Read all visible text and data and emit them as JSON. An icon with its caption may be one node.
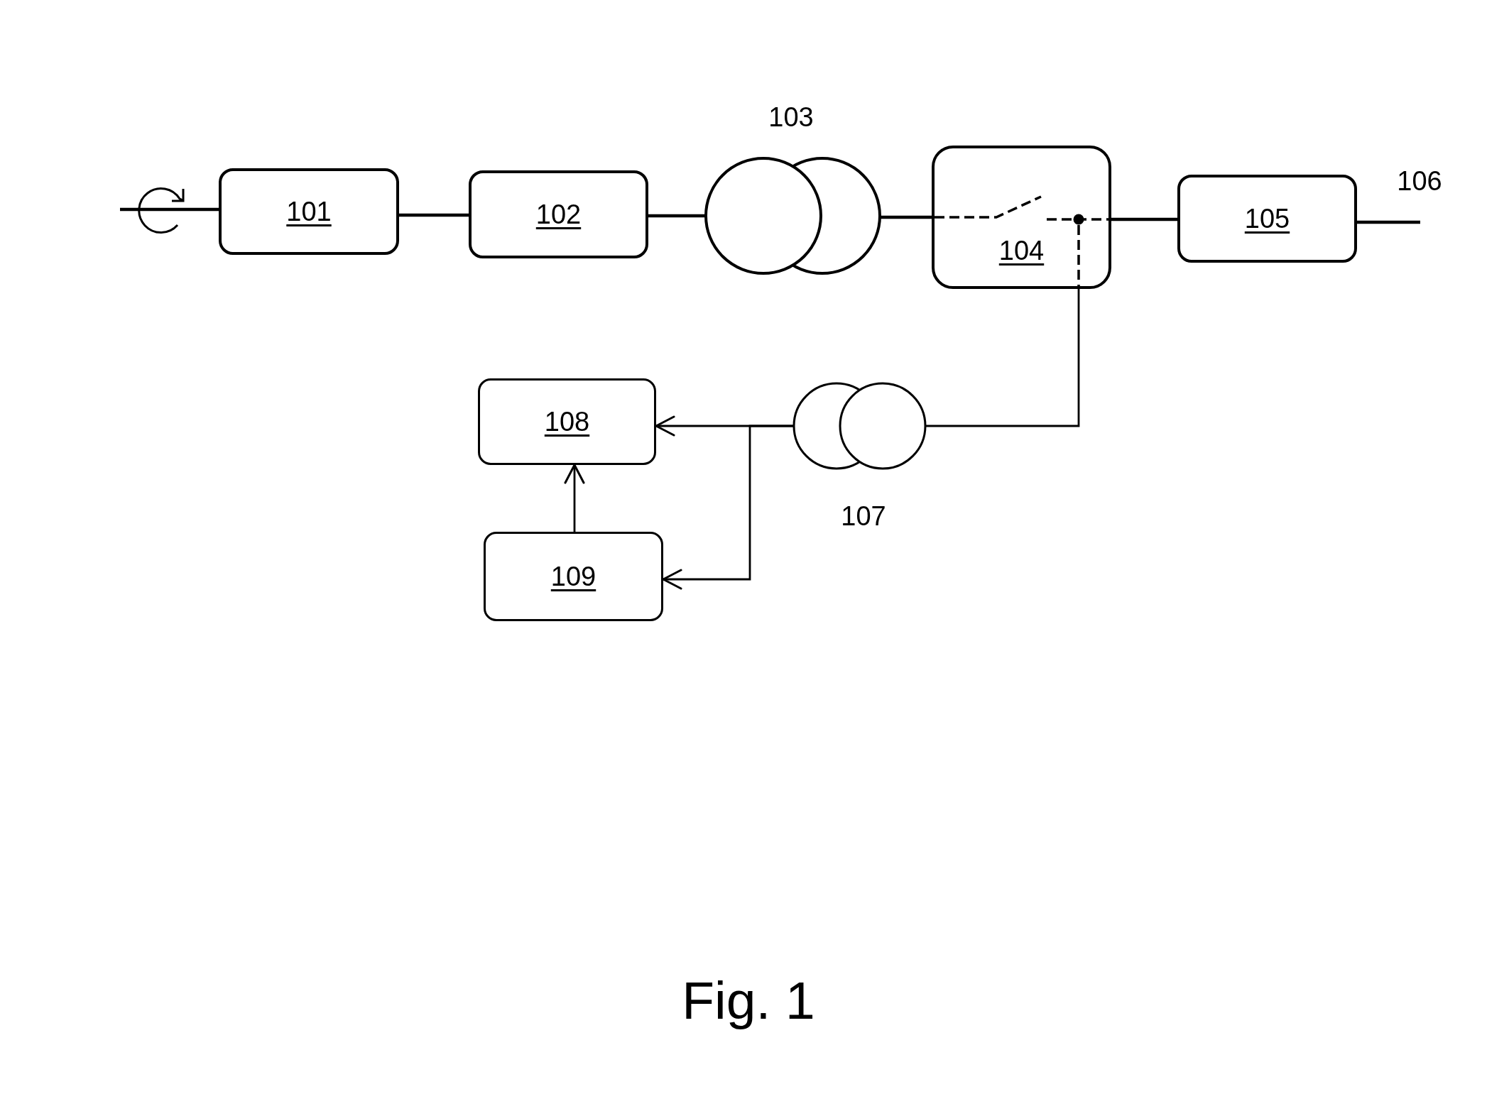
{
  "diagram": {
    "caption": "Fig. 1",
    "nodes": [
      {
        "text": [
          "101"
        ]
      },
      {
        "text": [
          "102"
        ]
      },
      {
        "text": [],
        "shape": "circles",
        "beside": [
          "103"
        ]
      },
      {
        "text": [
          "104"
        ]
      },
      {
        "text": [
          "105"
        ]
      },
      {
        "text": [],
        "shape": "circles",
        "beside": [
          "107"
        ]
      },
      {
        "text": [
          "108"
        ]
      },
      {
        "text": [
          "109"
        ]
      }
    ],
    "edges": [
      {
        "from": null,
        "to": 0,
        "arrow": "none"
      },
      {
        "from": 0,
        "to": 1,
        "arrow": "none"
      },
      {
        "from": 1,
        "to": 2,
        "arrow": "none"
      },
      {
        "from": 2,
        "to": 3,
        "arrow": "none"
      },
      {
        "from": 3,
        "to": 4,
        "arrow": "none"
      },
      {
        "from": 4,
        "to": null,
        "arrow": "none"
      },
      {
        "from": 3,
        "to": 5,
        "arrow": "none"
      },
      {
        "from": 5,
        "to": 6,
        "arrow": "to"
      },
      {
        "from": 5,
        "to": 7,
        "arrow": "to"
      },
      {
        "from": 7,
        "to": 6,
        "arrow": "to"
      }
    ],
    "labels": [
      "106"
    ]
  }
}
